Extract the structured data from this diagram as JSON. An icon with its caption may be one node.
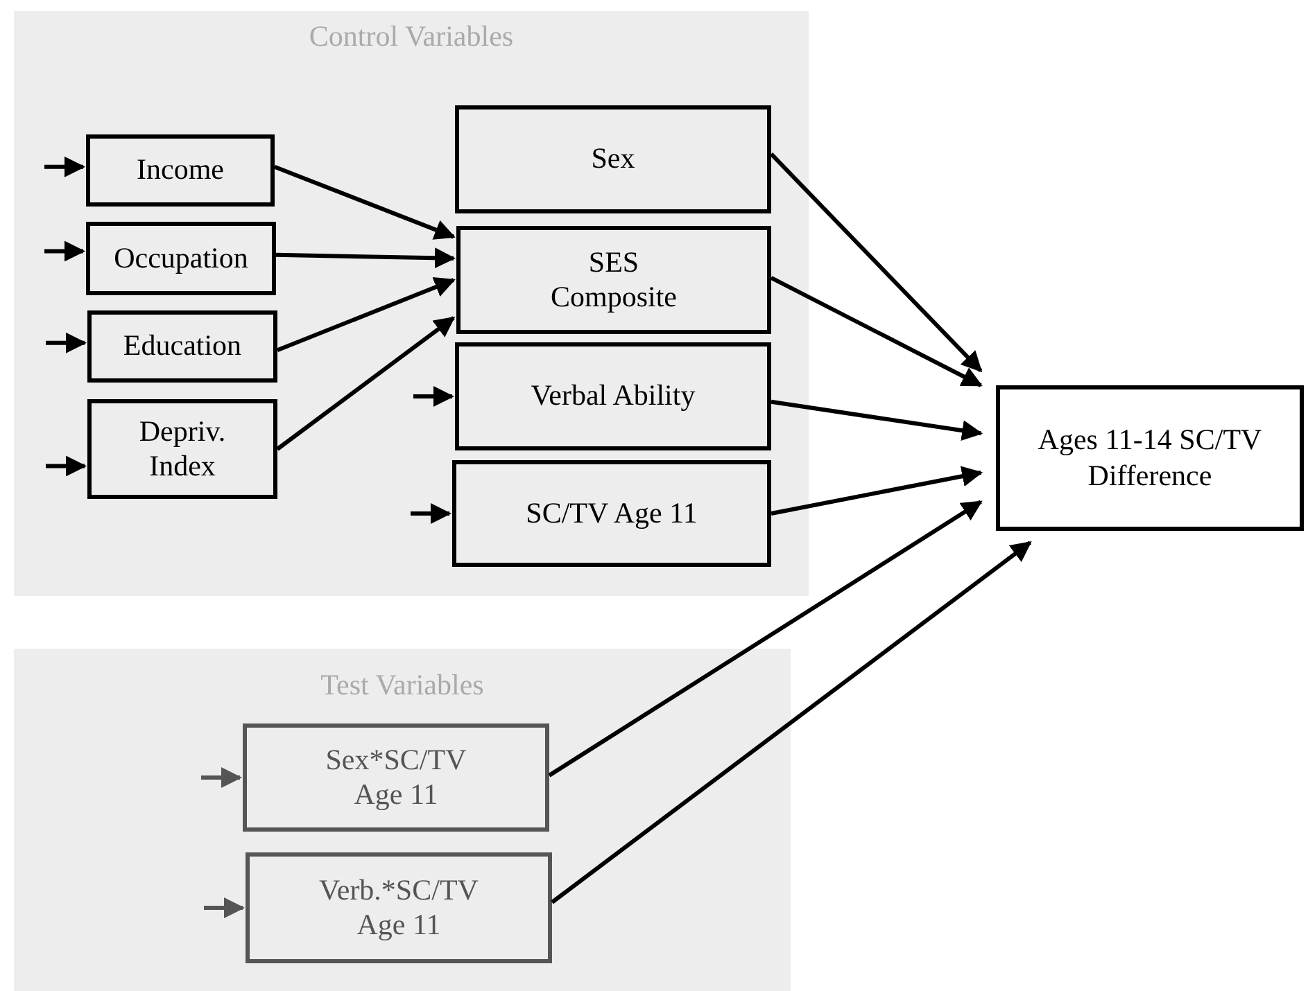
{
  "diagram": {
    "nodes": [
      {
        "text": [
          "Control Variables"
        ]
      },
      {
        "text": [
          "Income"
        ],
        "in": 0
      },
      {
        "text": [
          "Occupation"
        ],
        "in": 0
      },
      {
        "text": [
          "Education"
        ],
        "in": 0
      },
      {
        "text": [
          "Depriv. Index"
        ],
        "in": 0
      },
      {
        "text": [
          "Sex"
        ],
        "in": 0
      },
      {
        "text": [
          "SES Composite"
        ],
        "in": 0
      },
      {
        "text": [
          "Verbal Ability"
        ],
        "in": 0
      },
      {
        "text": [
          "SC/TV Age 11"
        ],
        "in": 0
      },
      {
        "text": [
          "Ages 11-14 SC/TV Difference"
        ]
      },
      {
        "text": [
          "Test Variables"
        ]
      },
      {
        "text": [
          "Sex*SC/TV Age 11"
        ],
        "in": 10
      },
      {
        "text": [
          "Verb.*SC/TV Age 11"
        ],
        "in": 10
      }
    ],
    "edges": [
      {
        "from": null,
        "to": 1,
        "arrow": "to"
      },
      {
        "from": null,
        "to": 2,
        "arrow": "to"
      },
      {
        "from": null,
        "to": 3,
        "arrow": "to"
      },
      {
        "from": null,
        "to": 4,
        "arrow": "to"
      },
      {
        "from": null,
        "to": 7,
        "arrow": "to"
      },
      {
        "from": null,
        "to": 8,
        "arrow": "to"
      },
      {
        "from": null,
        "to": 11,
        "arrow": "to",
        "color": "#555555"
      },
      {
        "from": null,
        "to": 12,
        "arrow": "to",
        "color": "#555555"
      },
      {
        "from": 1,
        "to": 6,
        "arrow": "to"
      },
      {
        "from": 2,
        "to": 6,
        "arrow": "to"
      },
      {
        "from": 3,
        "to": 6,
        "arrow": "to"
      },
      {
        "from": 4,
        "to": 6,
        "arrow": "to"
      },
      {
        "from": 5,
        "to": 9,
        "arrow": "to"
      },
      {
        "from": 6,
        "to": 9,
        "arrow": "to"
      },
      {
        "from": 7,
        "to": 9,
        "arrow": "to"
      },
      {
        "from": 8,
        "to": 9,
        "arrow": "to"
      },
      {
        "from": 11,
        "to": 9,
        "arrow": "to"
      },
      {
        "from": 12,
        "to": 9,
        "arrow": "to"
      }
    ]
  }
}
